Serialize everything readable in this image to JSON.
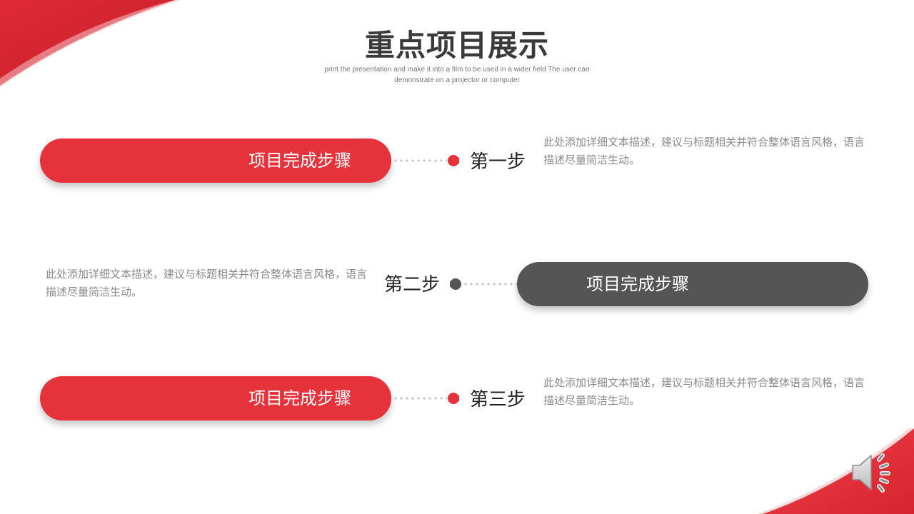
{
  "title": "重点项目展示",
  "subtitle": "print the presentation and make it into a film to be used in a wider field The user can demonstrate on a projector or computer",
  "colors": {
    "accent": "#e5323b",
    "dark": "#555555",
    "text": "#3a3a3a",
    "muted": "#8a8a8a"
  },
  "rows": [
    {
      "pill_label": "项目完成步骤",
      "step": "第一步",
      "description": "此处添加详细文本描述，建议与标题相关并符合整体语言风格，语言描述尽量简洁生动。"
    },
    {
      "pill_label": "项目完成步骤",
      "step": "第二步",
      "description": "此处添加详细文本描述，建议与标题相关并符合整体语言风格，语言描述尽量简洁生动。"
    },
    {
      "pill_label": "项目完成步骤",
      "step": "第三步",
      "description": "此处添加详细文本描述，建议与标题相关并符合整体语言风格，语言描述尽量简洁生动。"
    }
  ],
  "audio_icon": "speaker-icon"
}
